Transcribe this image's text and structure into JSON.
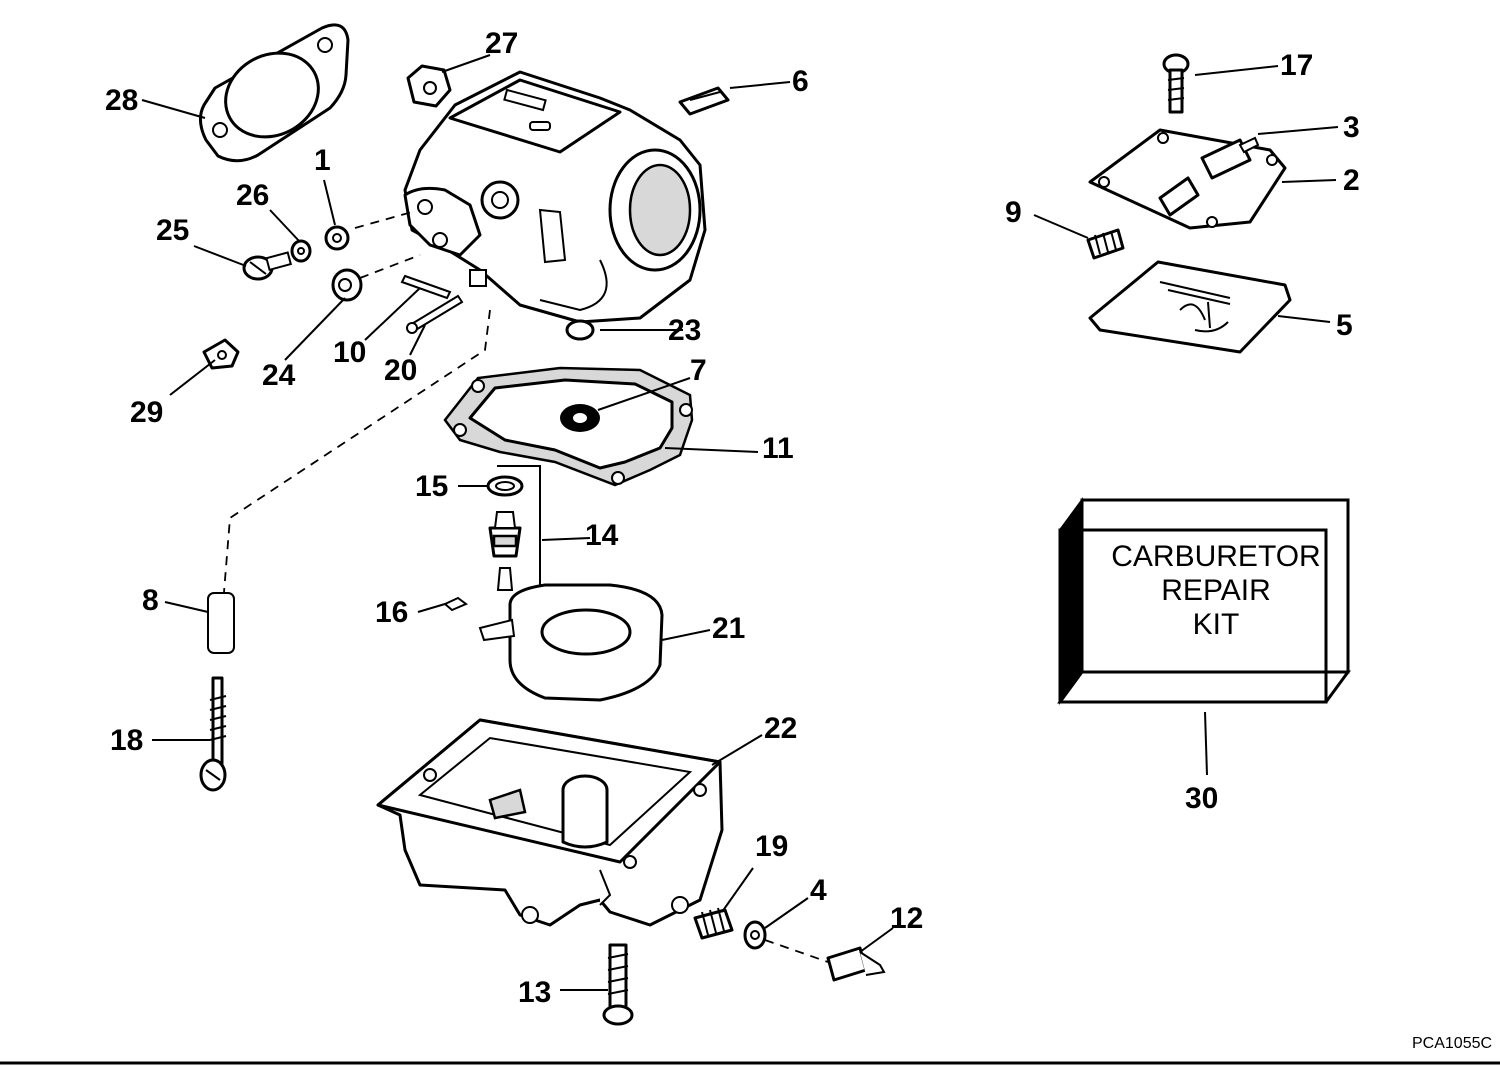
{
  "labels": [
    "1",
    "2",
    "3",
    "4",
    "5",
    "6",
    "7",
    "8",
    "9",
    "10",
    "11",
    "12",
    "13",
    "14",
    "15",
    "16",
    "17",
    "18",
    "19",
    "20",
    "21",
    "22",
    "23",
    "24",
    "25",
    "26",
    "27",
    "28",
    "29",
    "30"
  ],
  "kit": {
    "line1": "CARBURETOR",
    "line2": "REPAIR",
    "line3": "KIT"
  },
  "diagram_code": "PCA1055C"
}
